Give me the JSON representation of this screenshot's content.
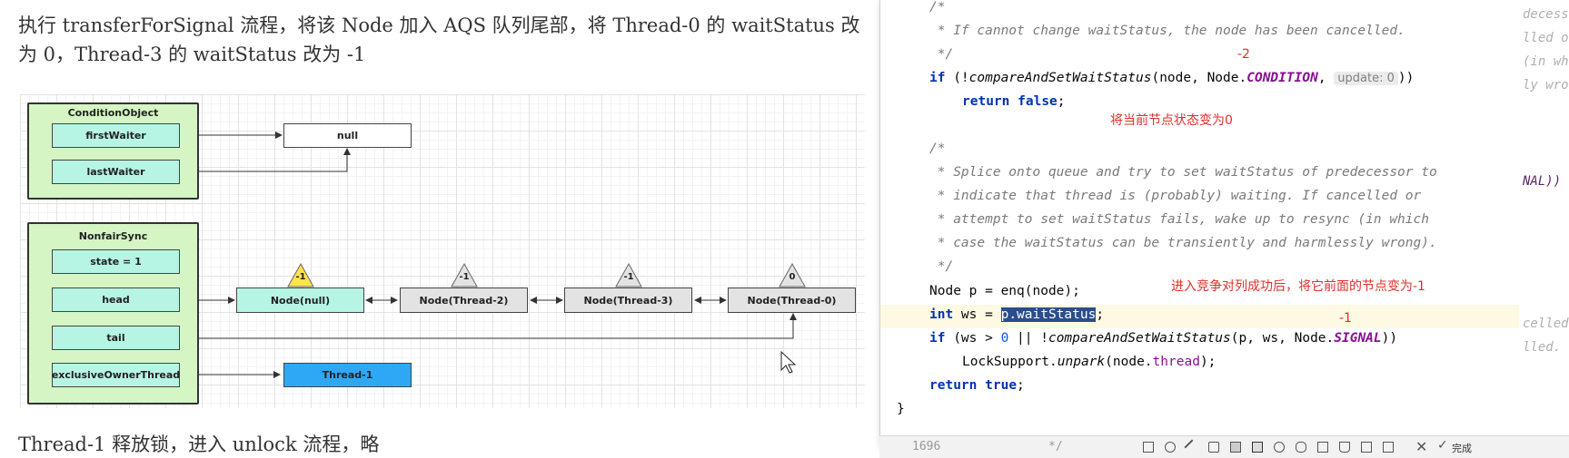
{
  "left": {
    "para1_line1": "执行 transferForSignal 流程，将该 Node 加入 AQS 队列尾部，将 Thread-0 的 waitStatus 改",
    "para1_line2": "为 0，Thread-3 的 waitStatus 改为 -1",
    "para2": "Thread-1 释放锁，进入 unlock 流程，略"
  },
  "diagram": {
    "condition_object": {
      "title": "ConditionObject",
      "first_waiter": "firstWaiter",
      "last_waiter": "lastWaiter",
      "null_label": "null"
    },
    "nonfair_sync": {
      "title": "NonfairSync",
      "state": "state = 1",
      "head": "head",
      "tail": "tail",
      "owner": "exclusiveOwnerThread"
    },
    "nodes": [
      {
        "label": "Node(null)",
        "status": "-1"
      },
      {
        "label": "Node(Thread-2)",
        "status": "-1"
      },
      {
        "label": "Node(Thread-3)",
        "status": "-1"
      },
      {
        "label": "Node(Thread-0)",
        "status": "0"
      }
    ],
    "owner_thread": "Thread-1",
    "colors": {
      "panel": "#d5f5c4",
      "field": "#b6f5e4",
      "node_highlight": "#b6f5e4",
      "node_gray": "#e3e3e3",
      "triangle_yellow": "#ffe34d",
      "thread_blue": "#2ea8f5"
    }
  },
  "ide": {
    "lines": {
      "l1": "/*",
      "l2": " * If cannot change waitStatus, the node has been cancelled.",
      "l3": " */",
      "l4a": "if (!",
      "l4b": "compareAndSetWaitStatus",
      "l4c": "(node, Node.",
      "l4d": "CONDITION",
      "l4e": ", ",
      "l4hint": "update: 0",
      "l4f": "))",
      "l5a": "return",
      "l5b": " ",
      "l5c": "false",
      "l5d": ";",
      "l6": "/*",
      "l7": " * Splice onto queue and try to set waitStatus of predecessor to",
      "l8": " * indicate that thread is (probably) waiting. If cancelled or",
      "l9": " * attempt to set waitStatus fails, wake up to resync (in which",
      "l10": " * case the waitStatus can be transiently and harmlessly wrong).",
      "l11": " */",
      "l12": "Node p = enq(node);",
      "l13a": "int",
      "l13b": " ws = ",
      "l13c": "p.waitStatus",
      "l13d": ";",
      "l14a": "if",
      "l14b": " (ws > ",
      "l14c": "0",
      "l14d": " || !",
      "l14e": "compareAndSetWaitStatus",
      "l14f": "(p, ws, Node.",
      "l14g": "SIGNAL",
      "l14h": "))",
      "l15a": "LockSupport.",
      "l15b": "unpark",
      "l15c": "(node.",
      "l15d": "thread",
      "l15e": ");",
      "l16a": "return",
      "l16b": " ",
      "l16c": "true",
      "l16d": ";",
      "l17": "}"
    },
    "annotations": {
      "a1": "-2",
      "a2": "将当前节点状态变为0",
      "a3": "进入竞争对列成功后，将它前面的节点变为-1",
      "a4": "-1"
    },
    "bottom_line_number": "1696",
    "bottom_comment": "*/",
    "bottom_finish": "完成"
  },
  "right_strip": {
    "r1": "decessor",
    "r2": "lled o",
    "r3": "(in whi",
    "r4": "ly wron",
    "r5": "NAL))",
    "r6": "celled",
    "r7": "lled."
  }
}
